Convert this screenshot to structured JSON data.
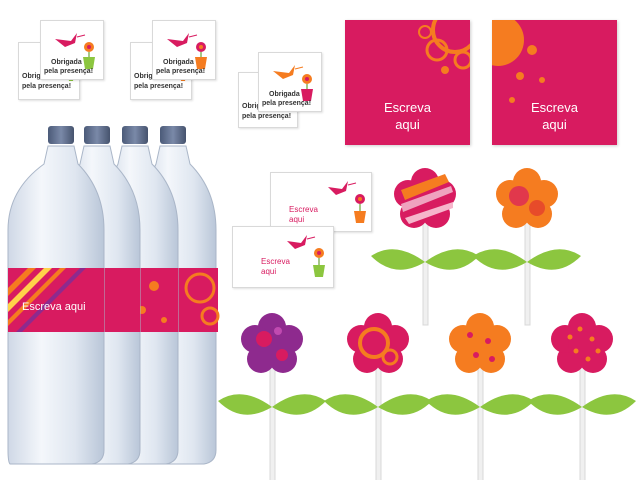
{
  "thank_you_tag": {
    "line1": "Obrigada",
    "line2": "pela presença!"
  },
  "tent_card": {
    "line1": "Escreva",
    "line2": "aqui"
  },
  "square_label": {
    "line1": "Escreva",
    "line2": "aqui"
  },
  "bottle_label": {
    "text": "Escreva aqui"
  },
  "colors": {
    "magenta": "#d81b60",
    "orange": "#f57c20",
    "green": "#8cc63f",
    "purple": "#8e2a8e",
    "bottle_cap": "#5d6d8c"
  }
}
